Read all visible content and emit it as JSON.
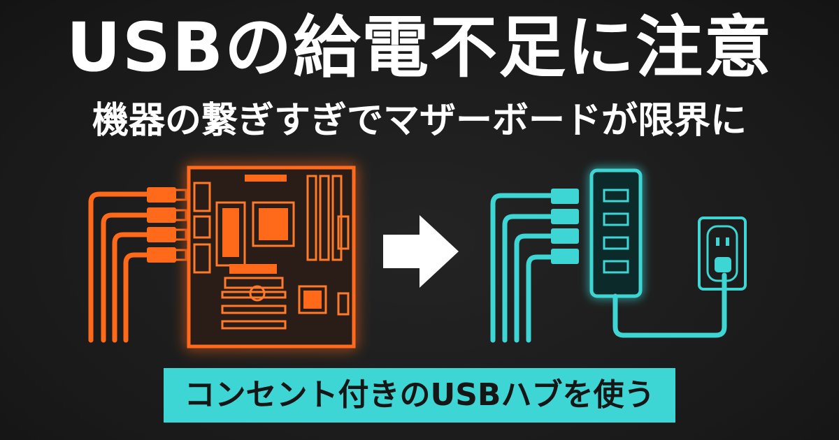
{
  "headline": "USBの給電不足に注意",
  "subheadline": "機器の繋ぎすぎでマザーボードが限界に",
  "caption": "コンセント付きのUSBハブを使う",
  "colors": {
    "background": "#1b1b1b",
    "warning_orange": "#ff6a1a",
    "solution_cyan": "#3ed6d4",
    "text_white": "#ffffff",
    "caption_text": "#161616"
  },
  "icons": {
    "left": "motherboard-icon",
    "middle": "arrow-right-icon",
    "right": "usb-hub-icon",
    "outlet": "power-outlet-icon"
  }
}
